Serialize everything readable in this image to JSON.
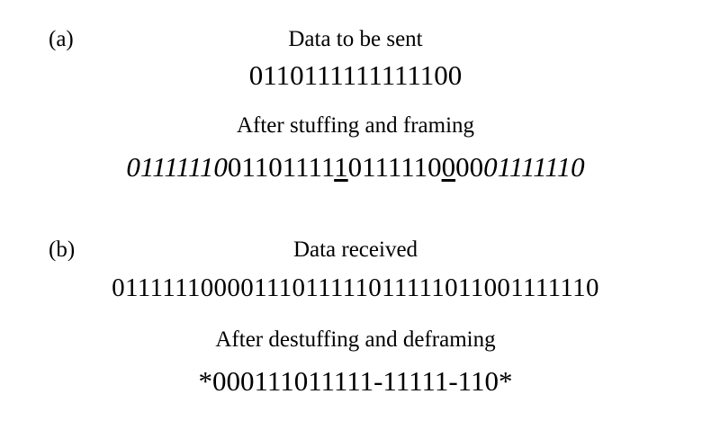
{
  "part_a": {
    "label": "(a)",
    "data_caption": "Data to be sent",
    "data_bits": "0110111111111100",
    "result_caption": "After stuffing and framing",
    "result": {
      "flag_start": "01111110",
      "seg1": "01101111",
      "stuffed1": "1",
      "seg2": "0111110",
      "stuffed2": "0",
      "seg3": "00",
      "flag_end": "01111110"
    }
  },
  "part_b": {
    "label": "(b)",
    "data_caption": "Data received",
    "data_bits": "01111110000111011111011111011001111110",
    "result_caption": "After destuffing and deframing",
    "result_bits": "*000111011111-11111-110*"
  }
}
